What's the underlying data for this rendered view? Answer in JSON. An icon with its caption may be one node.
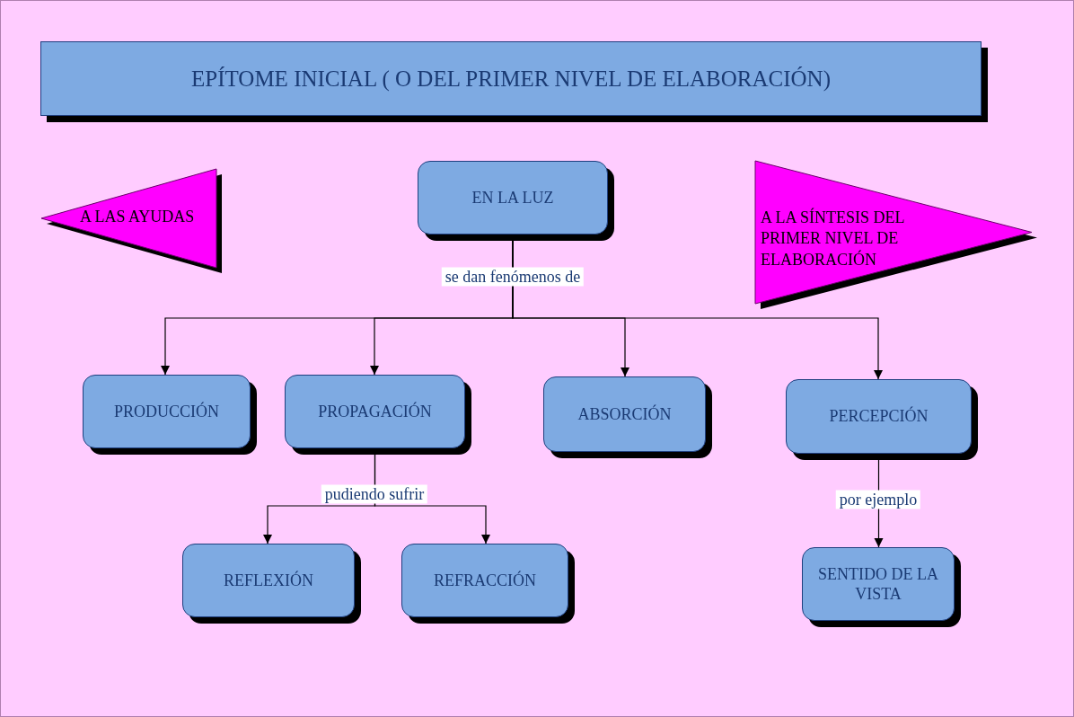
{
  "diagram": {
    "nodes": [
      {
        "text": [
          "EPÍTOME INICIAL ( O DEL PRIMER NIVEL DE ELABORACIÓN)"
        ]
      },
      {
        "text": [
          "A LAS AYUDAS"
        ]
      },
      {
        "text": [
          "EN LA LUZ"
        ]
      },
      {
        "text": [
          "A LA SÍNTESIS DEL PRIMER NIVEL DE ELABORACIÓN"
        ]
      },
      {
        "text": [
          "PRODUCCIÓN"
        ]
      },
      {
        "text": [
          "PROPAGACIÓN"
        ]
      },
      {
        "text": [
          "ABSORCIÓN"
        ]
      },
      {
        "text": [
          "PERCEPCIÓN"
        ]
      },
      {
        "text": [
          "REFLEXIÓN"
        ]
      },
      {
        "text": [
          "REFRACCIÓN"
        ]
      },
      {
        "text": [
          "SENTIDO DE LA VISTA"
        ]
      }
    ],
    "edges": [
      {
        "from": 2,
        "to": 4,
        "arrow": "to",
        "label": "se dan fenómenos de"
      },
      {
        "from": 2,
        "to": 5,
        "arrow": "to"
      },
      {
        "from": 2,
        "to": 6,
        "arrow": "to"
      },
      {
        "from": 2,
        "to": 7,
        "arrow": "to"
      },
      {
        "from": 5,
        "to": 8,
        "arrow": "to",
        "label": "pudiendo sufrir"
      },
      {
        "from": 5,
        "to": 9,
        "arrow": "to"
      },
      {
        "from": 7,
        "to": 10,
        "arrow": "to",
        "label": "por ejemplo"
      }
    ]
  }
}
